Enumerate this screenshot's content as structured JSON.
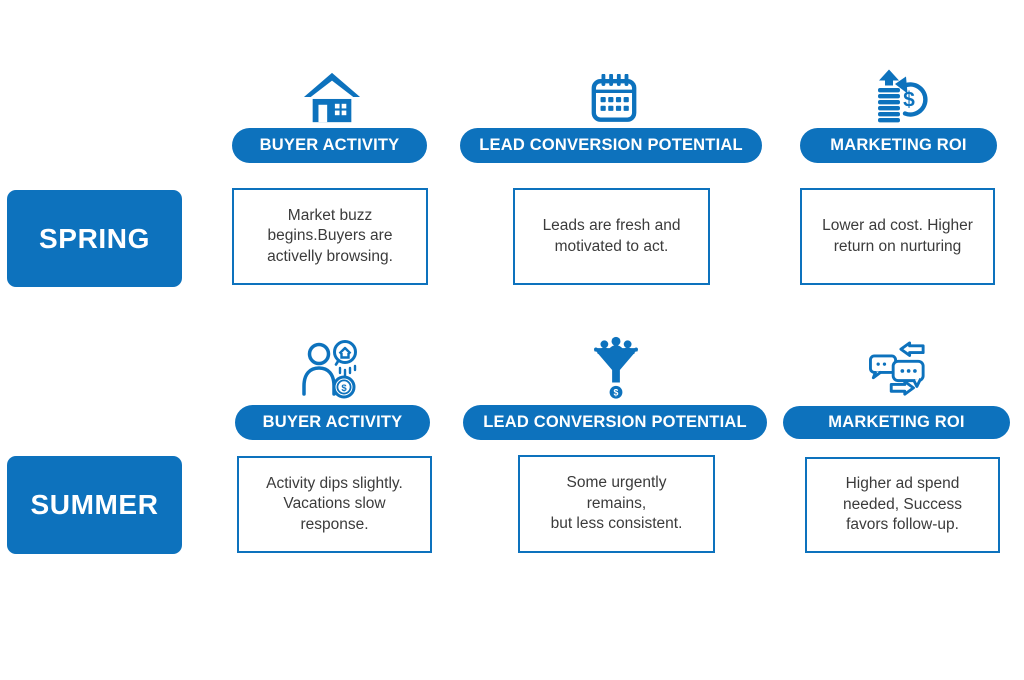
{
  "colors": {
    "primary": "#0d72bd",
    "body_text": "#3b3b3b",
    "background": "#ffffff"
  },
  "rows": [
    {
      "season": "SPRING",
      "cards": [
        {
          "icon": "house-icon",
          "header": "BUYER ACTIVITY",
          "body": "Market buzz\nbegins.Buyers are\nactivelly browsing."
        },
        {
          "icon": "calendar-icon",
          "header": "LEAD CONVERSION POTENTIAL",
          "body": "Leads are fresh and\nmotivated to act."
        },
        {
          "icon": "coin-growth-refresh-icon",
          "header": "MARKETING ROI",
          "body": "Lower ad cost. Higher\nreturn on nurturing"
        }
      ]
    },
    {
      "season": "SUMMER",
      "cards": [
        {
          "icon": "buyer-house-money-icon",
          "header": "BUYER ACTIVITY",
          "body": "Activity dips slightly.\nVacations slow\nresponse."
        },
        {
          "icon": "people-funnel-dollar-icon",
          "header": "LEAD CONVERSION POTENTIAL",
          "body": "Some urgently\nremains,\nbut less consistent."
        },
        {
          "icon": "chat-exchange-icon",
          "header": "MARKETING ROI",
          "body": "Higher ad spend\nneeded, Success\nfavors follow-up."
        }
      ]
    }
  ]
}
